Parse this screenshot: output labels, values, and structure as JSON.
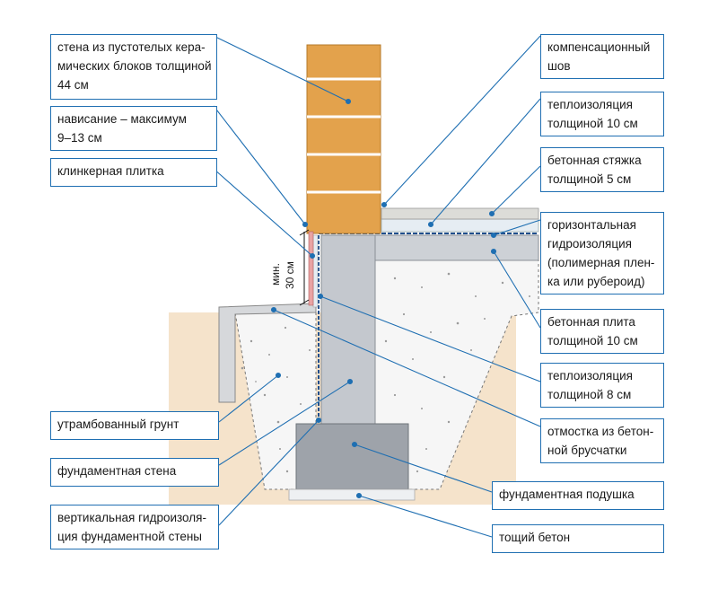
{
  "labels": {
    "wall": [
      "стена из пустотелых кера-",
      "мических блоков толщиной",
      "44 см"
    ],
    "overhang": [
      "нависание – максимум",
      "9–13 см"
    ],
    "clinker": [
      "клинкерная плитка"
    ],
    "compacted_soil": [
      "утрамбованный грунт"
    ],
    "foundation_wall": [
      "фундаментная стена"
    ],
    "vertical_waterproofing": [
      "вертикальная гидроизоля-",
      "ция фундаментной стены"
    ],
    "expansion_joint": [
      "компенсационный",
      "шов"
    ],
    "insulation_10": [
      "теплоизоляция",
      "толщиной 10 см"
    ],
    "screed": [
      "бетонная стяжка",
      "толщиной 5 см"
    ],
    "horizontal_waterproofing": [
      "горизонтальная",
      "гидроизоляция",
      "(полимерная плен-",
      "ка или рубероид)"
    ],
    "slab": [
      "бетонная плита",
      "толщиной 10 см"
    ],
    "insulation_8": [
      "теплоизоляция",
      "толщиной 8 см"
    ],
    "paving": [
      "отмостка из бетон-",
      "ной брусчатки"
    ],
    "footing": [
      "фундаментная подушка"
    ],
    "lean_concrete": [
      "тощий бетон"
    ]
  },
  "dimension": [
    "мин.",
    "30 см"
  ],
  "colors": {
    "label_border": "#1f6fb2",
    "leader": "#1f6fb2",
    "brick": "#e3a24c",
    "brick_mortar": "#ffffff",
    "soil": "#f5e3cb",
    "gravel": "#f3f3f3",
    "concrete_wall": "#c4c8ce",
    "footing": "#9ea3aa",
    "slab": "#cdd1d6",
    "insulation": "#e6edf3"
  }
}
